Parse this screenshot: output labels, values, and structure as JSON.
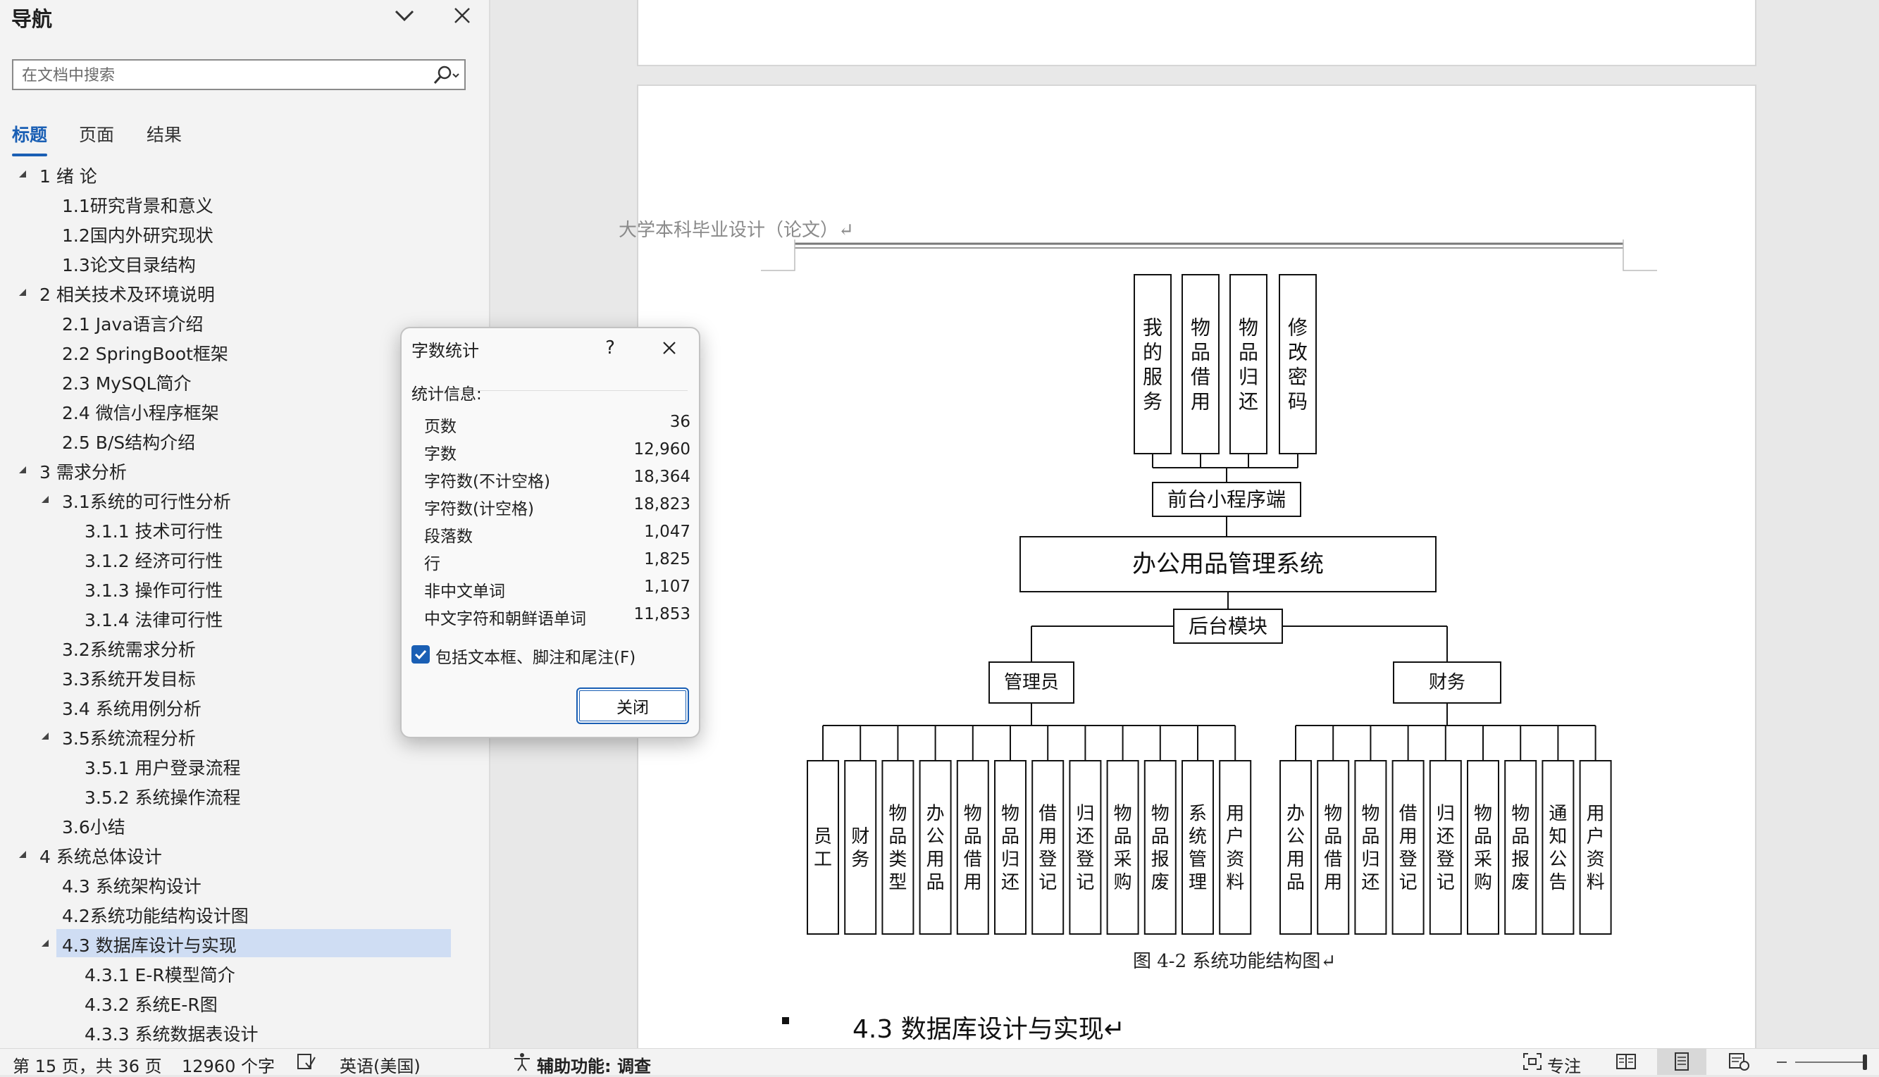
{
  "nav": {
    "title": "导航",
    "search_placeholder": "在文档中搜索",
    "tabs": [
      {
        "label": "标题",
        "active": true
      },
      {
        "label": "页面",
        "active": false
      },
      {
        "label": "结果",
        "active": false
      }
    ],
    "tree": [
      {
        "label": "1 绪  论",
        "level": 0,
        "expanded": true
      },
      {
        "label": "1.1研究背景和意义",
        "level": 1
      },
      {
        "label": "1.2国内外研究现状",
        "level": 1
      },
      {
        "label": "1.3论文目录结构",
        "level": 1
      },
      {
        "label": "2 相关技术及环境说明",
        "level": 0,
        "expanded": true
      },
      {
        "label": "2.1 Java语言介绍",
        "level": 1
      },
      {
        "label": "2.2 SpringBoot框架",
        "level": 1
      },
      {
        "label": "2.3 MySQL简介",
        "level": 1
      },
      {
        "label": "2.4 微信小程序框架",
        "level": 1
      },
      {
        "label": "2.5 B/S结构介绍",
        "level": 1
      },
      {
        "label": "3 需求分析",
        "level": 0,
        "expanded": true
      },
      {
        "label": "3.1系统的可行性分析",
        "level": 1,
        "expanded": true
      },
      {
        "label": "3.1.1  技术可行性",
        "level": 2
      },
      {
        "label": "3.1.2  经济可行性",
        "level": 2
      },
      {
        "label": "3.1.3  操作可行性",
        "level": 2
      },
      {
        "label": "3.1.4  法律可行性",
        "level": 2
      },
      {
        "label": "3.2系统需求分析",
        "level": 1
      },
      {
        "label": "3.3系统开发目标",
        "level": 1
      },
      {
        "label": "3.4 系统用例分析",
        "level": 1
      },
      {
        "label": "3.5系统流程分析",
        "level": 1,
        "expanded": true
      },
      {
        "label": "3.5.1 用户登录流程",
        "level": 2
      },
      {
        "label": "3.5.2 系统操作流程",
        "level": 2
      },
      {
        "label": "3.6小结",
        "level": 1
      },
      {
        "label": "4 系统总体设计",
        "level": 0,
        "expanded": true
      },
      {
        "label": "4.3 系统架构设计",
        "level": 1
      },
      {
        "label": "4.2系统功能结构设计图",
        "level": 1
      },
      {
        "label": "4.3 数据库设计与实现",
        "level": 1,
        "expanded": true,
        "selected": true
      },
      {
        "label": "4.3.1  E-R模型简介",
        "level": 2
      },
      {
        "label": "4.3.2  系统E-R图",
        "level": 2
      },
      {
        "label": "4.3.3 系统数据表设计",
        "level": 2
      }
    ]
  },
  "document": {
    "header": "大学本科毕业设计（论文）↵",
    "caption": "图  4-2 系统功能结构图↵",
    "section_heading": "4.3  数据库设计与实现↵",
    "diagram": {
      "front_items": [
        "我的服务",
        "物品借用",
        "物品归还",
        "修改密码"
      ],
      "front_node": "前台小程序端",
      "root": "办公用品管理系统",
      "back_node": "后台模块",
      "admin_node": "管理员",
      "finance_node": "财务",
      "admin_items": [
        "员工",
        "财务",
        "物品类型",
        "办公用品",
        "物品借用",
        "物品归还",
        "借用登记",
        "归还登记",
        "物品采购",
        "物品报废",
        "系统管理",
        "用户资料"
      ],
      "finance_items": [
        "办公用品",
        "物品借用",
        "物品归还",
        "借用登记",
        "归还登记",
        "物品采购",
        "物品报废",
        "通知公告",
        "用户资料"
      ]
    }
  },
  "dialog": {
    "title": "字数统计",
    "help": "?",
    "section": "统计信息:",
    "stats": [
      {
        "label": "页数",
        "value": "36"
      },
      {
        "label": "字数",
        "value": "12,960"
      },
      {
        "label": "字符数(不计空格)",
        "value": "18,364"
      },
      {
        "label": "字符数(计空格)",
        "value": "18,823"
      },
      {
        "label": "段落数",
        "value": "1,047"
      },
      {
        "label": "行",
        "value": "1,825"
      },
      {
        "label": "非中文单词",
        "value": "1,107"
      },
      {
        "label": "中文字符和朝鲜语单词",
        "value": "11,853"
      }
    ],
    "checkbox_label": "包括文本框、脚注和尾注(F)",
    "checkbox_checked": true,
    "close_button": "关闭"
  },
  "statusbar": {
    "page": "第 15 页，共 36 页",
    "words": "12960 个字",
    "language": "英语(美国)",
    "accessibility": "辅助功能: 调查",
    "focus": "专注"
  }
}
